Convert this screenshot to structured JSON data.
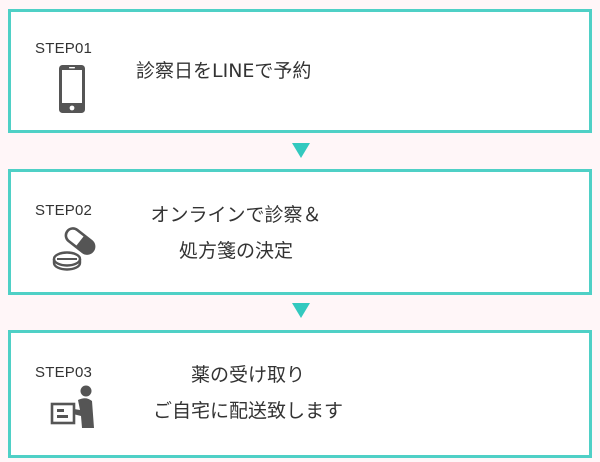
{
  "colors": {
    "border": "#4fd0c6",
    "arrow": "#33c9bf",
    "background": "#fff6f8",
    "icon": "#555555"
  },
  "steps": [
    {
      "label": "STEP01",
      "icon": "smartphone-icon",
      "lines": [
        "診察日をLINEで予約"
      ]
    },
    {
      "label": "STEP02",
      "icon": "pills-icon",
      "lines": [
        "オンラインで診察＆",
        "処方箋の決定"
      ]
    },
    {
      "label": "STEP03",
      "icon": "delivery-icon",
      "lines": [
        "薬の受け取り",
        "ご自宅に配送致します"
      ]
    }
  ]
}
